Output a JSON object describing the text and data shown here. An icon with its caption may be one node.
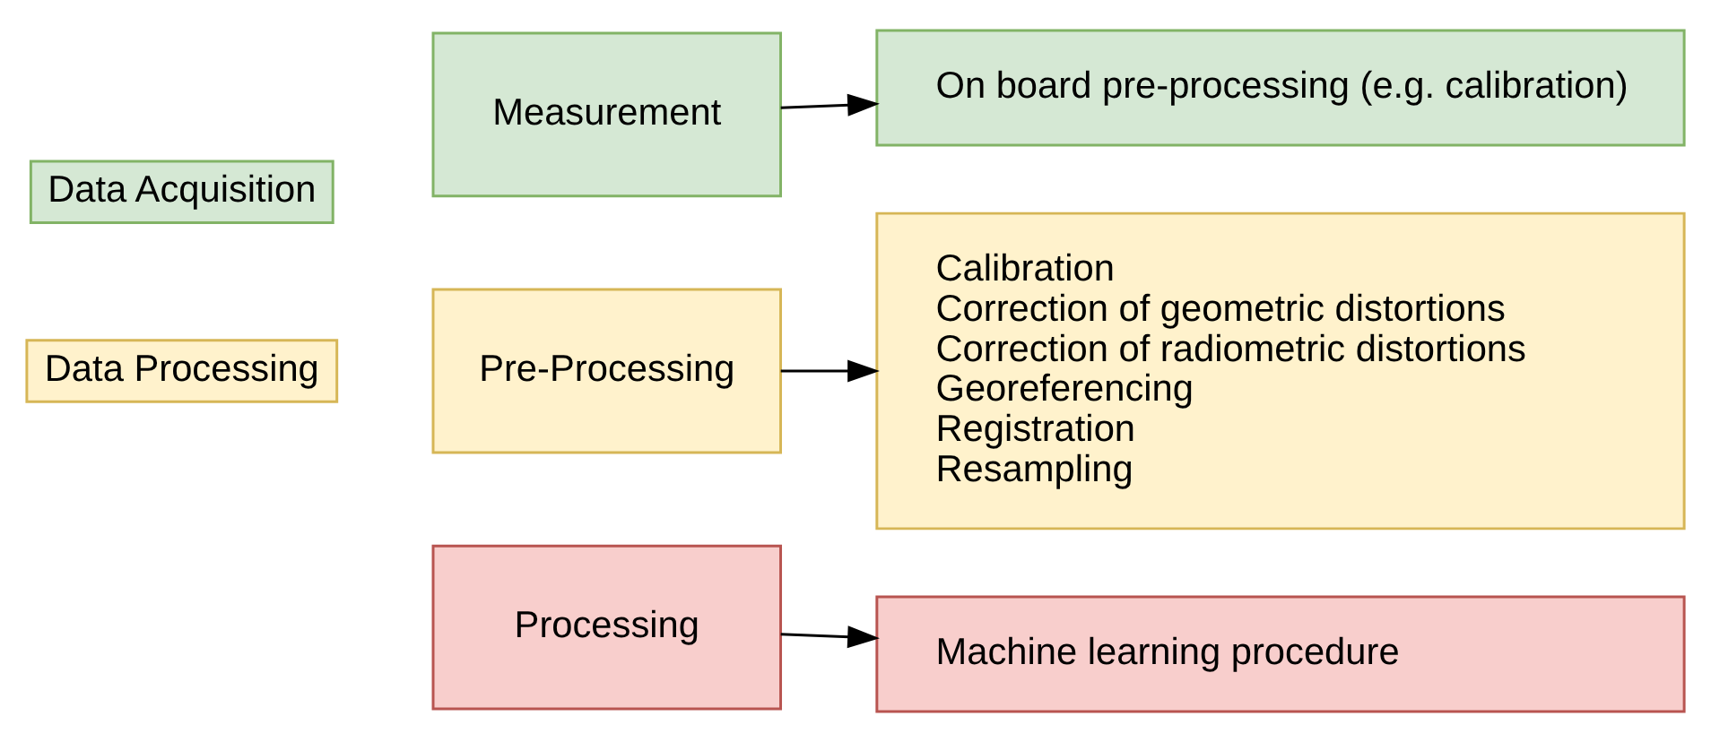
{
  "diagram": {
    "nodes": [
      {
        "text": [
          "Data Acquisition"
        ]
      },
      {
        "text": [
          "Measurement"
        ]
      },
      {
        "text": [
          "On board pre-processing (e.g. calibration)"
        ]
      },
      {
        "text": [
          "Data Processing"
        ]
      },
      {
        "text": [
          "Pre-Processing"
        ]
      },
      {
        "text": [
          "Calibration",
          "Correction of geometric distortions",
          "Correction of radiometric distortions",
          "Georeferencing",
          "Registration",
          "Resampling"
        ]
      },
      {
        "text": [
          "Processing"
        ]
      },
      {
        "text": [
          "Machine learning procedure"
        ]
      }
    ],
    "edges": [
      {
        "from": 1,
        "to": 2,
        "arrow": "to"
      },
      {
        "from": 4,
        "to": 5,
        "arrow": "to"
      },
      {
        "from": 6,
        "to": 7,
        "arrow": "to"
      }
    ]
  }
}
